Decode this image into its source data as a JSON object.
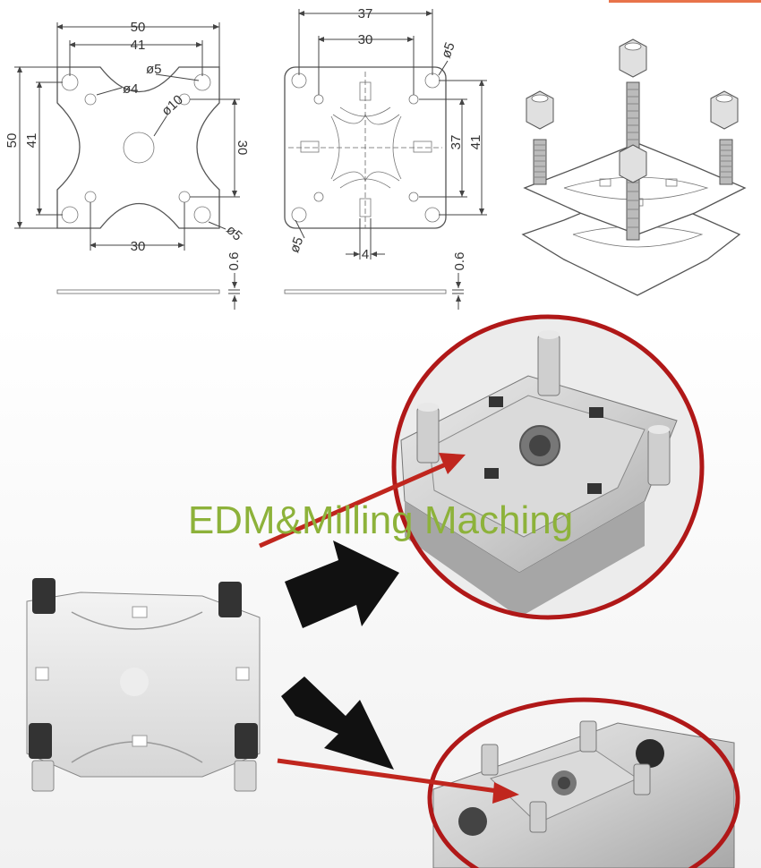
{
  "caption": "EDM&Milling Maching",
  "colors": {
    "caption": "#8db23a",
    "circle": "#b01818",
    "arrow_red": "#c0261e",
    "arrow_black": "#111111",
    "accent_bar": "#e8734a"
  },
  "drawing_left": {
    "dims": {
      "w50": "50",
      "w41": "41",
      "h50": "50",
      "h41": "41",
      "h30": "30",
      "b30": "30",
      "t06": "0.6"
    },
    "notes": {
      "d5a": "ø5",
      "d4": "ø4",
      "d10": "ø10",
      "d5b": "ø5"
    }
  },
  "drawing_right": {
    "dims": {
      "w37": "37",
      "w30": "30",
      "v37": "37",
      "v41": "41",
      "b4": "4",
      "t06": "0.6"
    },
    "notes": {
      "d5a": "ø5",
      "d5b": "ø5"
    }
  }
}
